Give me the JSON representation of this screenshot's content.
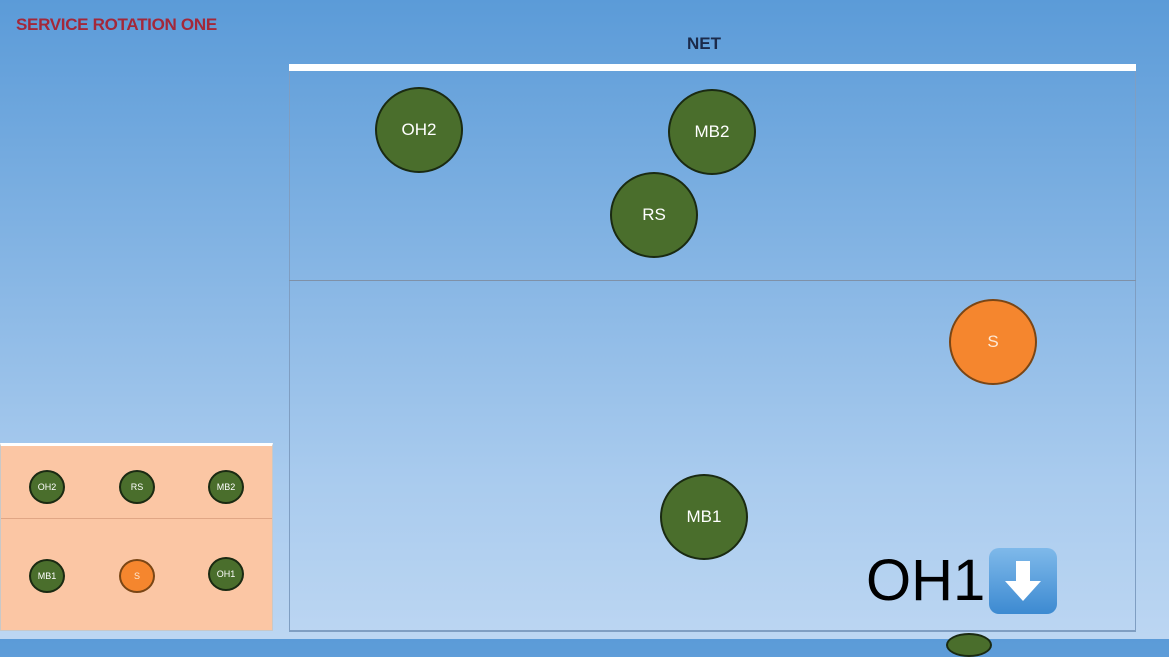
{
  "header": {
    "title": "SERVICE ROTATION ONE"
  },
  "court": {
    "net_label": "NET",
    "players": [
      {
        "id": "oh2",
        "label": "OH2",
        "role": "green"
      },
      {
        "id": "mb2",
        "label": "MB2",
        "role": "green"
      },
      {
        "id": "rs",
        "label": "RS",
        "role": "green"
      },
      {
        "id": "s",
        "label": "S",
        "role": "orange"
      },
      {
        "id": "mb1",
        "label": "MB1",
        "role": "green"
      }
    ]
  },
  "mini_rotation": {
    "front_row": [
      "OH2",
      "RS",
      "MB2"
    ],
    "back_row": [
      "MB1",
      "S",
      "OH1"
    ]
  },
  "caption": {
    "text": "OH1",
    "icon": "down-arrow-icon"
  },
  "colors": {
    "player_green": "#4a6e2c",
    "setter_orange": "#f5862e",
    "title_red": "#a3283a",
    "mini_panel_bg": "#fbc6a4"
  }
}
